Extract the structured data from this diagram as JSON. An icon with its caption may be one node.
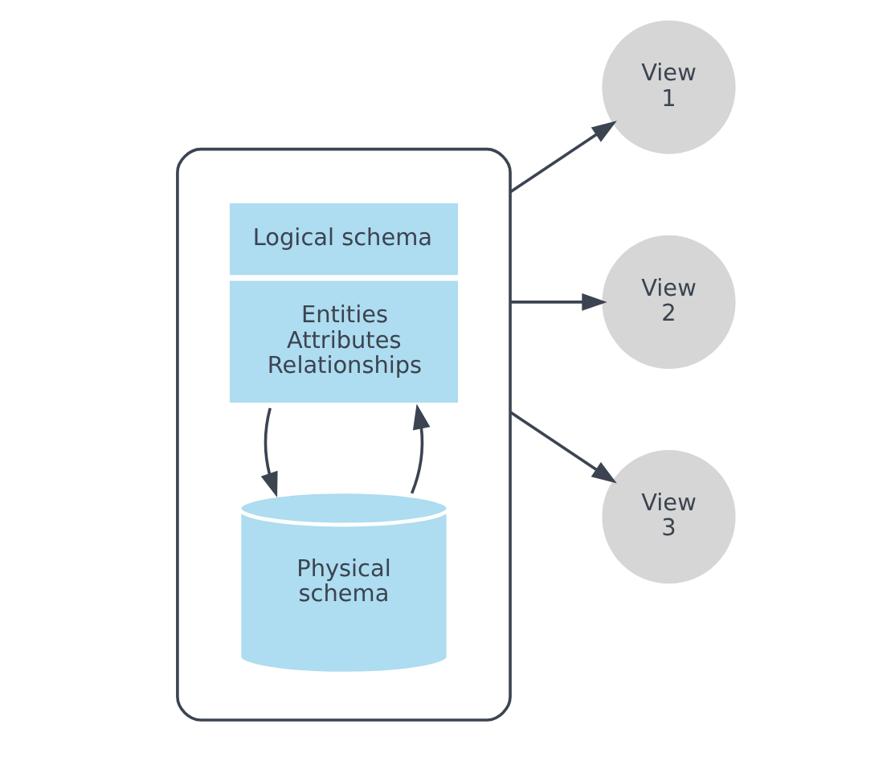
{
  "diagram": {
    "nodes": [
      {
        "text": [],
        "shape": "box"
      },
      {
        "text": [
          "Logical schema",
          "Entities Attributes Relationships"
        ],
        "in": 0
      },
      {
        "text": [
          "Physical schema"
        ],
        "in": 0
      },
      {
        "text": [
          "View 1"
        ]
      },
      {
        "text": [
          "View 2"
        ]
      },
      {
        "text": [
          "View 3"
        ]
      }
    ],
    "edges": [
      {
        "from": 2,
        "to": 1,
        "arrow": "to"
      },
      {
        "from": 1,
        "to": 2,
        "arrow": "to"
      },
      {
        "from": 0,
        "to": 3,
        "arrow": "to"
      },
      {
        "from": 0,
        "to": 4,
        "arrow": "to"
      },
      {
        "from": 0,
        "to": 5,
        "arrow": "to"
      }
    ]
  }
}
